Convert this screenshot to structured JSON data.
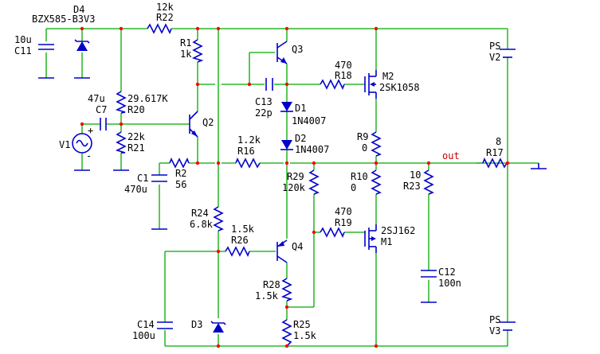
{
  "colors": {
    "wire": "#00aa00",
    "component": "#0000cc",
    "text": "#000000",
    "node": "#ff0000"
  },
  "components": {
    "D4": {
      "ref": "D4",
      "value": "BZX585-B3V3",
      "icon": "zener-diode-icon"
    },
    "C11": {
      "ref": "C11",
      "value": "10u",
      "icon": "capacitor-icon"
    },
    "R22": {
      "ref": "R22",
      "value": "12k",
      "icon": "resistor-icon"
    },
    "R1": {
      "ref": "R1",
      "value": "1k",
      "icon": "resistor-icon"
    },
    "Q3": {
      "ref": "Q3",
      "icon": "npn-transistor-icon"
    },
    "M2": {
      "ref": "M2",
      "value": "2SK1058",
      "icon": "nmos-transistor-icon"
    },
    "R18": {
      "ref": "R18",
      "value": "470",
      "icon": "resistor-icon"
    },
    "C13": {
      "ref": "C13",
      "value": "22p",
      "icon": "capacitor-icon"
    },
    "D1": {
      "ref": "D1",
      "value": "1N4007",
      "icon": "diode-icon"
    },
    "D2": {
      "ref": "D2",
      "value": "1N4007",
      "icon": "diode-icon"
    },
    "R20": {
      "ref": "R20",
      "value": "29.617K",
      "icon": "resistor-icon"
    },
    "C7": {
      "ref": "C7",
      "value": "47u",
      "icon": "capacitor-icon"
    },
    "Q2": {
      "ref": "Q2",
      "icon": "npn-transistor-icon"
    },
    "R21": {
      "ref": "R21",
      "value": "22k",
      "icon": "resistor-icon"
    },
    "V1": {
      "ref": "V1",
      "icon": "ac-source-icon",
      "plus": "+",
      "minus": "-"
    },
    "R16": {
      "ref": "R16",
      "value": "1.2k",
      "icon": "resistor-icon"
    },
    "C1": {
      "ref": "C1",
      "value": "470u",
      "icon": "capacitor-icon"
    },
    "R2": {
      "ref": "R2",
      "value": "56",
      "icon": "resistor-icon"
    },
    "R9": {
      "ref": "R9",
      "value": "0",
      "icon": "resistor-icon"
    },
    "R10": {
      "ref": "R10",
      "value": "0",
      "icon": "resistor-icon"
    },
    "R29": {
      "ref": "R29",
      "value": "120k",
      "icon": "resistor-icon"
    },
    "R23": {
      "ref": "R23",
      "value": "10",
      "icon": "resistor-icon"
    },
    "R17": {
      "ref": "R17",
      "value": "8",
      "icon": "resistor-icon"
    },
    "R24": {
      "ref": "R24",
      "value": "6.8k",
      "icon": "resistor-icon"
    },
    "R26": {
      "ref": "R26",
      "value": "1.5k",
      "icon": "resistor-icon"
    },
    "Q4": {
      "ref": "Q4",
      "icon": "pnp-transistor-icon"
    },
    "R19": {
      "ref": "R19",
      "value": "470",
      "icon": "resistor-icon"
    },
    "M1": {
      "ref": "M1",
      "value": "2SJ162",
      "icon": "pmos-transistor-icon"
    },
    "C12": {
      "ref": "C12",
      "value": "100n",
      "icon": "capacitor-icon"
    },
    "R28": {
      "ref": "R28",
      "value": "1.5k",
      "icon": "resistor-icon"
    },
    "R25": {
      "ref": "R25",
      "value": "1.5k",
      "icon": "resistor-icon"
    },
    "C14": {
      "ref": "C14",
      "value": "100u",
      "icon": "capacitor-icon"
    },
    "D3": {
      "ref": "D3",
      "icon": "zener-diode-icon"
    },
    "V2": {
      "ref": "V2",
      "value": "PS",
      "icon": "dc-source-icon"
    },
    "V3": {
      "ref": "V3",
      "value": "PS",
      "icon": "dc-source-icon"
    }
  },
  "net_labels": {
    "out": "out"
  },
  "ground_icon": "ground-icon"
}
